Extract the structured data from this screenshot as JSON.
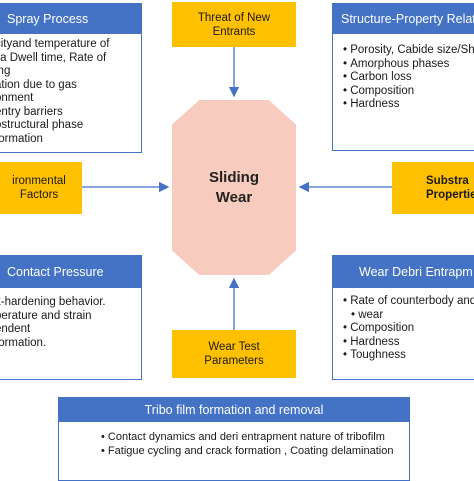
{
  "center": {
    "line1": "Sliding",
    "line2": "Wear"
  },
  "spray_process": {
    "title": "Spray Process",
    "items": [
      "cityand temperature of",
      "lla Dwell time, Rate of",
      "ing",
      "ation due to gas",
      "onment",
      "entry barriers",
      "ostructural phase",
      " formation"
    ]
  },
  "threat": {
    "line1": "Threat of New",
    "line2": "Entrants"
  },
  "structure_property": {
    "title": "Structure-Property Relatio",
    "items": [
      "Porosity, Cabide size/Shap",
      "Amorphous phases",
      "Carbon loss",
      "Composition",
      "Hardness"
    ]
  },
  "environmental": {
    "line1": "ironmental",
    "line2": "Factors"
  },
  "substrate": {
    "line1": "Substra",
    "line2": "Propertie"
  },
  "contact_pressure": {
    "title": "Contact Pressure",
    "items": [
      "k-hardening behavior.",
      "perature and strain",
      "endent",
      " formation."
    ]
  },
  "wear_debris": {
    "title": "Wear  Debri Entrapm",
    "items": [
      "Rate of counterbody and",
      "wear",
      "Composition",
      "Hardness",
      "Toughness"
    ]
  },
  "wear_test": {
    "line1": "Wear Test",
    "line2": "Parameters"
  },
  "tribo_film": {
    "title": "Tribo film formation and removal",
    "items": [
      "Contact dynamics and deri entrapment nature of tribofilm",
      "Fatigue cycling and crack formation ,  Coating delamination"
    ]
  },
  "colors": {
    "header_blue": "#4472c4",
    "factor_yellow": "#ffc000",
    "center_pink": "#f7cbbd",
    "arrow_blue": "#4472c4"
  }
}
